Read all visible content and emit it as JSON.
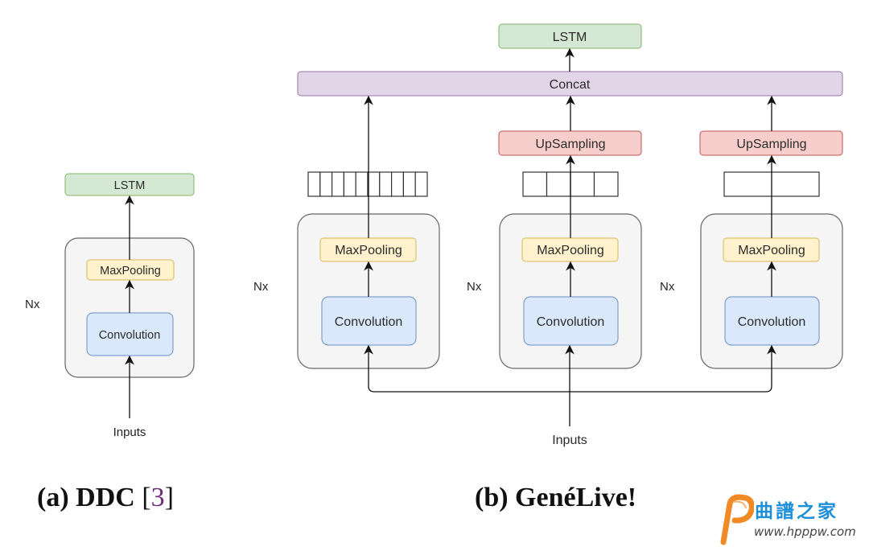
{
  "colors": {
    "lstm_fill": "#d5e8d4",
    "lstm_stroke": "#82b366",
    "maxpool_fill": "#fff2cc",
    "maxpool_stroke": "#d6b656",
    "conv_fill": "#dae8fc",
    "conv_stroke": "#6c8ebf",
    "concat_fill": "#e1d5e7",
    "concat_stroke": "#9673a6",
    "upsample_fill": "#f8cecc",
    "upsample_stroke": "#b85450",
    "container_fill": "#f5f5f5",
    "container_stroke": "#666666",
    "citation": "#6b2f7a"
  },
  "diagram_a": {
    "lstm_label": "LSTM",
    "maxpool_label": "MaxPooling",
    "conv_label": "Convolution",
    "repeat_label": "Nx",
    "input_label": "Inputs",
    "caption_prefix": "(a) DDC ",
    "caption_open": "[",
    "caption_cite": "3",
    "caption_close": "]"
  },
  "diagram_b": {
    "lstm_label": "LSTM",
    "concat_label": "Concat",
    "input_label": "Inputs",
    "caption": "(b) GenéLive!",
    "branches": [
      {
        "repeat_label": "Nx",
        "maxpool_label": "MaxPooling",
        "conv_label": "Convolution",
        "buffer_cells": 10,
        "upsampling_label": null
      },
      {
        "repeat_label": "Nx",
        "maxpool_label": "MaxPooling",
        "conv_label": "Convolution",
        "buffer_cells": 4,
        "upsampling_label": "UpSampling"
      },
      {
        "repeat_label": "Nx",
        "maxpool_label": "MaxPooling",
        "conv_label": "Convolution",
        "buffer_cells": 1,
        "upsampling_label": "UpSampling"
      }
    ]
  },
  "watermark": {
    "icon": "p-logo-icon",
    "title": "曲譜之家",
    "url": "www.hpppw.com"
  }
}
